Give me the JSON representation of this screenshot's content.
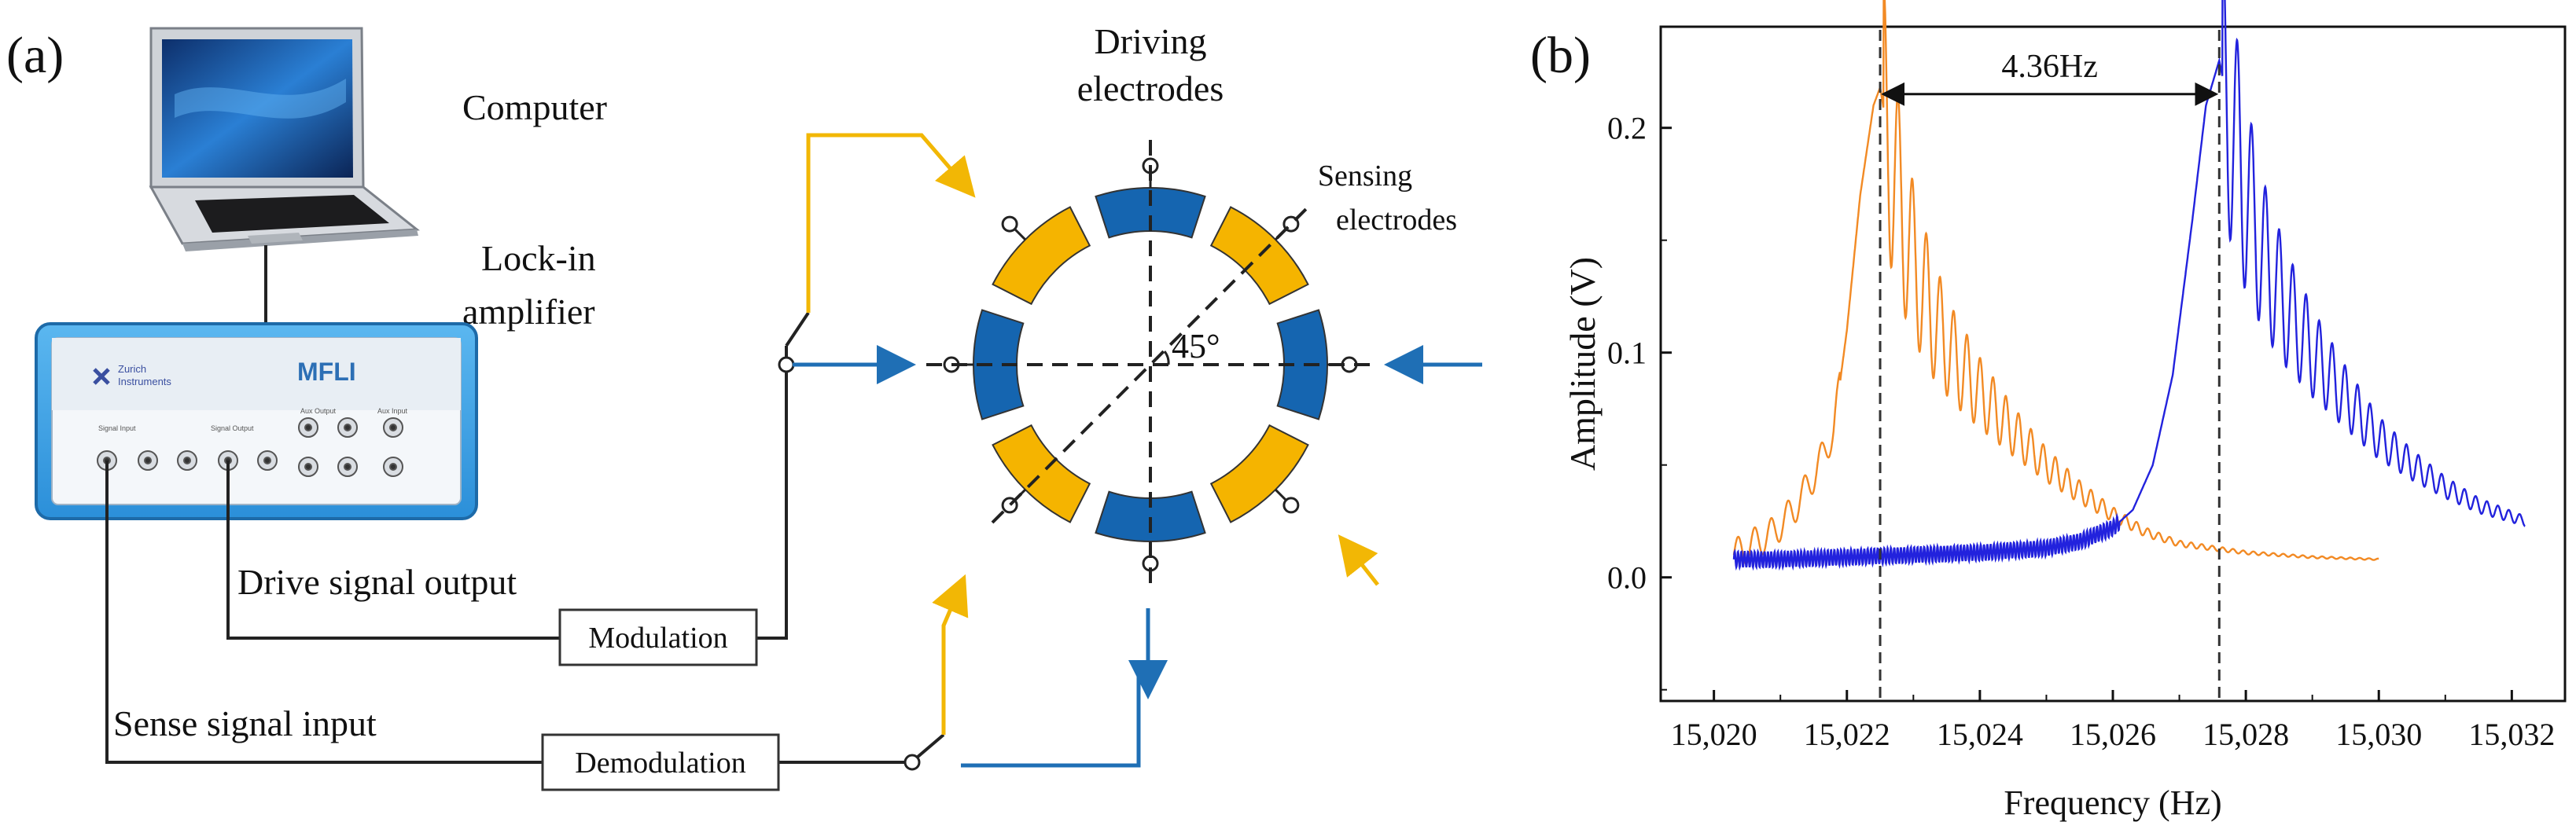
{
  "panel_a": {
    "label": "(a)",
    "computer_label": "Computer",
    "lockin_label": [
      "Lock-in",
      "amplifier"
    ],
    "device": {
      "brand_line1": "Zurich",
      "brand_line2": "Instruments",
      "model": "MFLI",
      "port_labels": [
        "Signal Input",
        "Signal Output",
        "Aux Output",
        "Aux Input"
      ]
    },
    "drive_label": "Drive signal output",
    "sense_label": "Sense signal input",
    "modulation_label": "Modulation",
    "demodulation_label": "Demodulation",
    "driving_label": [
      "Driving",
      "electrodes"
    ],
    "sensing_label": [
      "Sensing",
      "electrodes"
    ],
    "angle_label": "45°",
    "colors": {
      "drive": "#1f6fb5",
      "sense": "#f2b705",
      "electrode_blue": "#1565b0",
      "electrode_yellow": "#f5b400",
      "wire": "#222222"
    }
  },
  "panel_b": {
    "label": "(b)",
    "annotation": "4.36Hz",
    "chart_data": {
      "type": "line",
      "xlabel": "Frequency (Hz)",
      "ylabel": "Amplitude (V)",
      "xlim": [
        15019.2,
        15032.8
      ],
      "ylim": [
        -0.055,
        0.245
      ],
      "xticks": [
        15020,
        15022,
        15024,
        15026,
        15028,
        15030,
        15032
      ],
      "xtick_labels": [
        "15,020",
        "15,022",
        "15,024",
        "15,026",
        "15,028",
        "15,030",
        "15,032"
      ],
      "yticks": [
        0.0,
        0.1,
        0.2
      ],
      "ytick_labels": [
        "0.0",
        "0.1",
        "0.2"
      ],
      "vlines": [
        15022.5,
        15027.6
      ],
      "series": [
        {
          "color": "#f28a24",
          "x": [
            15020.3,
            15020.6,
            15020.9,
            15021.2,
            15021.5,
            15021.8,
            15022.0,
            15022.2,
            15022.4,
            15022.5,
            15022.6,
            15022.8,
            15023.0,
            15023.3,
            15023.6,
            15024.0,
            15024.5,
            15025.0,
            15025.5,
            15026.0,
            15026.5,
            15027.0,
            15028.0,
            15029.0,
            15030.0
          ],
          "y": [
            0.01,
            0.015,
            0.02,
            0.03,
            0.045,
            0.065,
            0.11,
            0.17,
            0.21,
            0.218,
            0.2,
            0.165,
            0.14,
            0.115,
            0.098,
            0.082,
            0.065,
            0.05,
            0.038,
            0.028,
            0.02,
            0.015,
            0.011,
            0.009,
            0.008
          ]
        },
        {
          "color": "#2222dd",
          "x": [
            15020.3,
            15021.0,
            15022.0,
            15023.0,
            15024.0,
            15025.0,
            15025.5,
            15026.0,
            15026.3,
            15026.6,
            15026.9,
            15027.2,
            15027.4,
            15027.6,
            15027.8,
            15028.0,
            15028.3,
            15028.6,
            15029.0,
            15029.5,
            15030.0,
            15030.5,
            15031.0,
            15031.5,
            15032.2
          ],
          "y": [
            0.008,
            0.008,
            0.009,
            0.01,
            0.011,
            0.013,
            0.016,
            0.022,
            0.03,
            0.05,
            0.09,
            0.16,
            0.21,
            0.23,
            0.2,
            0.17,
            0.14,
            0.12,
            0.1,
            0.08,
            0.062,
            0.05,
            0.04,
            0.032,
            0.025
          ]
        }
      ]
    }
  }
}
